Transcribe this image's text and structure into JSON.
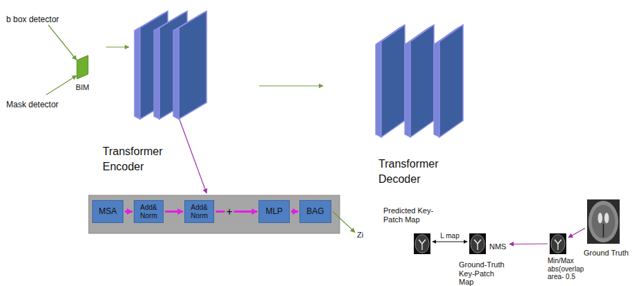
{
  "diagram": {
    "nodes": [
      {
        "text": [
          "b box detector"
        ]
      },
      {
        "text": [
          "Mask detector"
        ]
      },
      {
        "text": [
          "BIM"
        ]
      },
      {
        "text": [
          "Transformer Encoder"
        ]
      },
      {
        "text": [
          "Transformer Decoder"
        ]
      },
      {
        "text": []
      },
      {
        "text": [
          "MSA"
        ],
        "in": 5
      },
      {
        "text": [
          "Add& Norm"
        ],
        "in": 5
      },
      {
        "text": [
          "Add& Norm"
        ],
        "in": 5
      },
      {
        "text": [
          "MLP"
        ],
        "in": 5
      },
      {
        "text": [
          "BAG"
        ],
        "in": 5
      },
      {
        "text": [
          "Zi"
        ]
      },
      {
        "text": [
          "Predicted Key-Patch Map"
        ]
      },
      {
        "text": [
          "Ground-Truth Key-Patch Map"
        ]
      },
      {
        "text": [
          "NMS"
        ]
      },
      {
        "text": [
          "Min/Max abs(overlap area- 0.5"
        ]
      },
      {
        "text": [
          "Ground Truth"
        ]
      }
    ],
    "edges": [
      {
        "from": 0,
        "to": 2,
        "arrow": "to"
      },
      {
        "from": 1,
        "to": 2,
        "arrow": "to"
      },
      {
        "from": 2,
        "to": 3,
        "arrow": "to"
      },
      {
        "from": 3,
        "to": 4,
        "arrow": "to"
      },
      {
        "from": 3,
        "to": 5,
        "arrow": "to"
      },
      {
        "from": 6,
        "to": 7,
        "arrow": "to"
      },
      {
        "from": 7,
        "to": 8,
        "arrow": "to"
      },
      {
        "from": 8,
        "to": 9,
        "label": "+",
        "arrow": "to"
      },
      {
        "from": 9,
        "to": 10,
        "arrow": "to"
      },
      {
        "from": 10,
        "to": 11,
        "arrow": "to"
      },
      {
        "from": 12,
        "to": 13,
        "label": "L map",
        "arrow": "both"
      },
      {
        "from": 15,
        "to": 14,
        "arrow": "to"
      },
      {
        "from": 16,
        "to": 15,
        "arrow": "to"
      }
    ]
  }
}
